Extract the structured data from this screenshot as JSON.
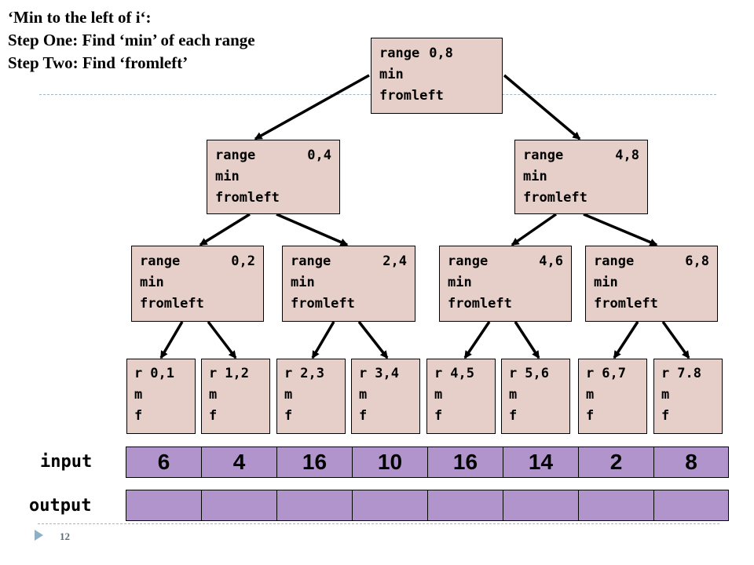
{
  "title": {
    "line1": "‘Min to the left of i‘:",
    "line2": "Step One: Find ‘min’ of each range",
    "line3": "Step Two: Find ‘fromleft’"
  },
  "tree": {
    "root": {
      "range_label": "range",
      "range": "0,8",
      "min": "min",
      "fromleft": "fromleft"
    },
    "level1": [
      {
        "range_label": "range",
        "range": "0,4",
        "min": "min",
        "fromleft": "fromleft"
      },
      {
        "range_label": "range",
        "range": "4,8",
        "min": "min",
        "fromleft": "fromleft"
      }
    ],
    "level2": [
      {
        "range_label": "range",
        "range": "0,2",
        "min": "min",
        "fromleft": "fromleft"
      },
      {
        "range_label": "range",
        "range": "2,4",
        "min": "min",
        "fromleft": "fromleft"
      },
      {
        "range_label": "range",
        "range": "4,6",
        "min": "min",
        "fromleft": "fromleft"
      },
      {
        "range_label": "range",
        "range": "6,8",
        "min": "min",
        "fromleft": "fromleft"
      }
    ],
    "leaves": [
      {
        "r": "r",
        "range": "0,1",
        "m": "m",
        "f": "f"
      },
      {
        "r": "r",
        "range": "1,2",
        "m": "m",
        "f": "f"
      },
      {
        "r": "r",
        "range": "2,3",
        "m": "m",
        "f": "f"
      },
      {
        "r": "r",
        "range": "3,4",
        "m": "m",
        "f": "f"
      },
      {
        "r": "r",
        "range": "4,5",
        "m": "m",
        "f": "f"
      },
      {
        "r": "r",
        "range": "5,6",
        "m": "m",
        "f": "f"
      },
      {
        "r": "r",
        "range": "6,7",
        "m": "m",
        "f": "f"
      },
      {
        "r": "r",
        "range": "7.8",
        "m": "m",
        "f": "f"
      }
    ]
  },
  "input": {
    "label": "input",
    "values": [
      "6",
      "4",
      "16",
      "10",
      "16",
      "14",
      "2",
      "8"
    ]
  },
  "output": {
    "label": "output",
    "values": [
      "",
      "",
      "",
      "",
      "",
      "",
      "",
      ""
    ]
  },
  "slide": {
    "page_number": "12"
  },
  "colors": {
    "node_fill": "#e6cfc9",
    "array_fill": "#b294cc",
    "rule": "#9fb8c8"
  }
}
